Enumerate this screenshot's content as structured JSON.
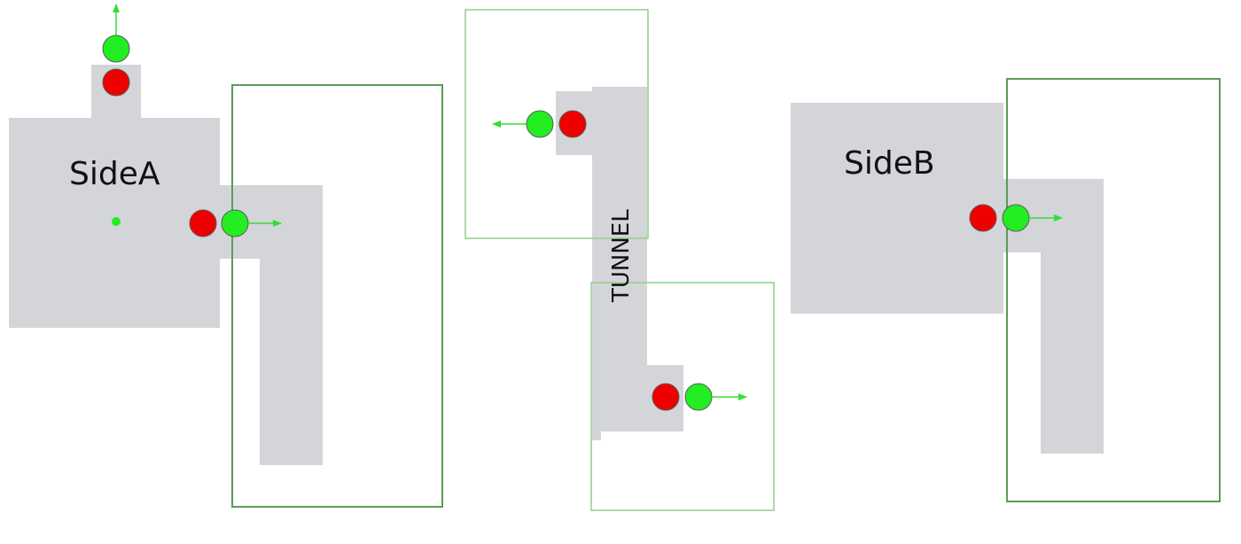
{
  "labels": {
    "side_a": "SideA",
    "side_b": "SideB",
    "tunnel": "TUNNEL"
  },
  "colors": {
    "room_fill": "#d4d5d8",
    "bounds_stroke_dark": "#5e9a57",
    "bounds_stroke_light": "#8ed088",
    "marker_red": "#ee0000",
    "marker_green": "#22ee22",
    "marker_outline": "#5a5a5a",
    "arrow": "#33dd33",
    "origin_dot": "#22ee22",
    "text": "#111111"
  },
  "icons": {
    "connector_entry": "red-circle",
    "connector_exit": "green-circle",
    "direction": "arrow",
    "pivot": "origin-dot"
  }
}
